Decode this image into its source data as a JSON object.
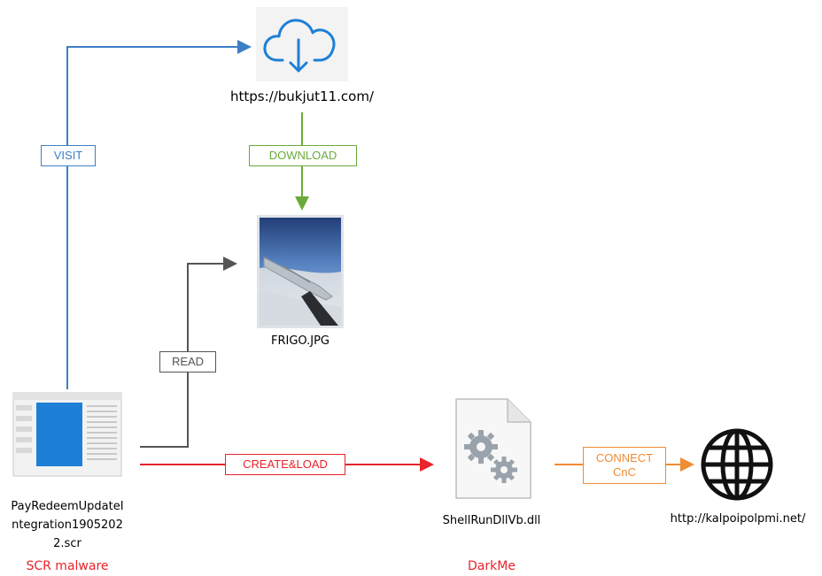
{
  "nodes": {
    "cloud": {
      "label": "https://bukjut11.com/"
    },
    "image": {
      "label": "FRIGO.JPG"
    },
    "scr": {
      "label_lines": [
        "PayRedeemUpdateI",
        "ntegration1905202",
        "2.scr"
      ],
      "caption": "SCR malware"
    },
    "dll": {
      "label": "ShellRunDllVb.dll",
      "caption": "DarkMe"
    },
    "globe": {
      "label": "http://kalpoipolpmi.net/"
    }
  },
  "edges": {
    "visit": {
      "label": "VISIT"
    },
    "download": {
      "label": "DOWNLOAD"
    },
    "read": {
      "label": "READ"
    },
    "create_load": {
      "label": "CREATE&LOAD"
    },
    "connect": {
      "label_lines": [
        "CONNECT",
        "CnC"
      ]
    }
  },
  "colors": {
    "visit": "#3d7fc4",
    "download": "#6aaa3a",
    "read": "#555555",
    "create_load": "#e8232a",
    "connect": "#ef8c34",
    "caption_red": "#e8232a",
    "icon_blue": "#1e7fd6"
  },
  "icons": [
    "cloud-download-icon",
    "photo-thumbnail-icon",
    "scr-window-icon",
    "dll-gear-file-icon",
    "globe-icon"
  ]
}
